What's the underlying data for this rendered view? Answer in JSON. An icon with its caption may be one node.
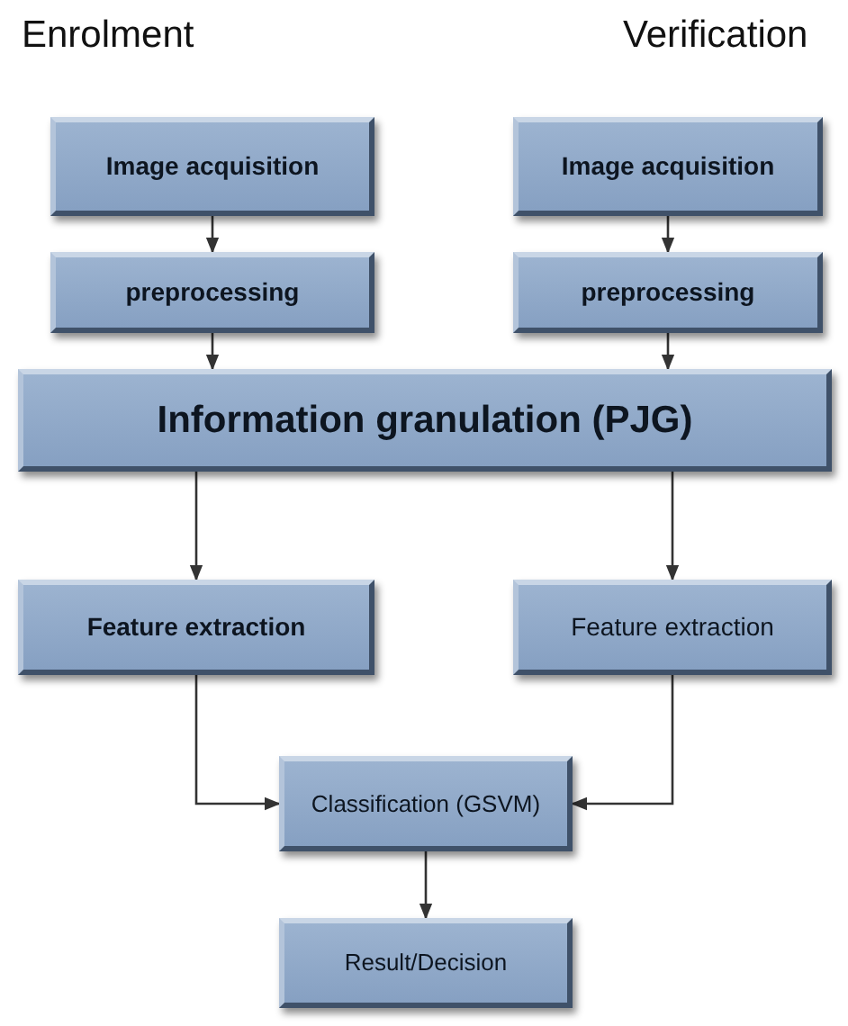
{
  "diagram": {
    "nodes": [
      {
        "text": [
          "Image acquisition"
        ]
      },
      {
        "text": [
          "Image acquisition"
        ]
      },
      {
        "text": [
          "preprocessing"
        ]
      },
      {
        "text": [
          "preprocessing"
        ]
      },
      {
        "text": [
          "Information granulation (PJG)"
        ]
      },
      {
        "text": [
          "Feature extraction"
        ]
      },
      {
        "text": [
          "Feature extraction"
        ]
      },
      {
        "text": [
          "Classification (GSVM)"
        ]
      },
      {
        "text": [
          "Result/Decision"
        ]
      }
    ],
    "edges": [
      {
        "from": 0,
        "to": 2,
        "arrow": "to"
      },
      {
        "from": 1,
        "to": 3,
        "arrow": "to"
      },
      {
        "from": 2,
        "to": 4,
        "arrow": "to"
      },
      {
        "from": 3,
        "to": 4,
        "arrow": "to"
      },
      {
        "from": 4,
        "to": 5,
        "arrow": "to"
      },
      {
        "from": 4,
        "to": 6,
        "arrow": "to"
      },
      {
        "from": 5,
        "to": 7,
        "arrow": "to"
      },
      {
        "from": 6,
        "to": 7,
        "arrow": "to"
      },
      {
        "from": 7,
        "to": 8,
        "arrow": "to"
      }
    ],
    "labels": [
      "Enrolment",
      "Verification"
    ]
  }
}
